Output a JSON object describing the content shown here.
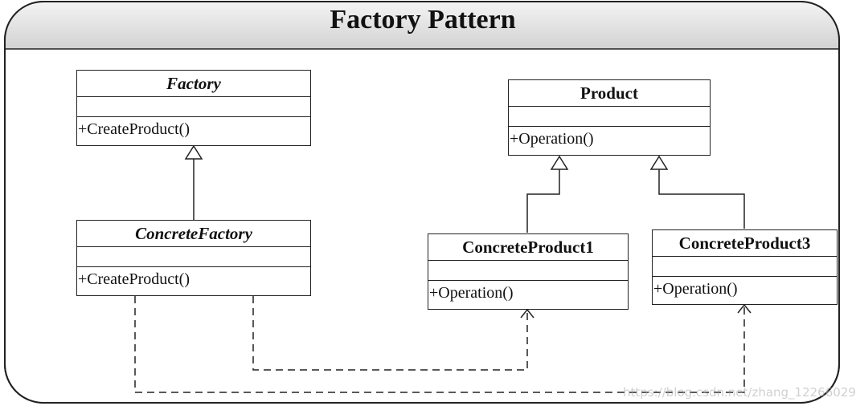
{
  "title": "Factory Pattern",
  "classes": {
    "factory": {
      "name": "Factory",
      "operation": "+CreateProduct()"
    },
    "concrete_factory": {
      "name": "ConcreteFactory",
      "operation": "+CreateProduct()"
    },
    "product": {
      "name": "Product",
      "operation": "+Operation()"
    },
    "concrete_product1": {
      "name": "ConcreteProduct1",
      "operation": "+Operation()"
    },
    "concrete_product3": {
      "name": "ConcreteProduct3",
      "operation": "+Operation()"
    }
  },
  "watermark": "https://blog.csdn.net/zhang_12266029"
}
